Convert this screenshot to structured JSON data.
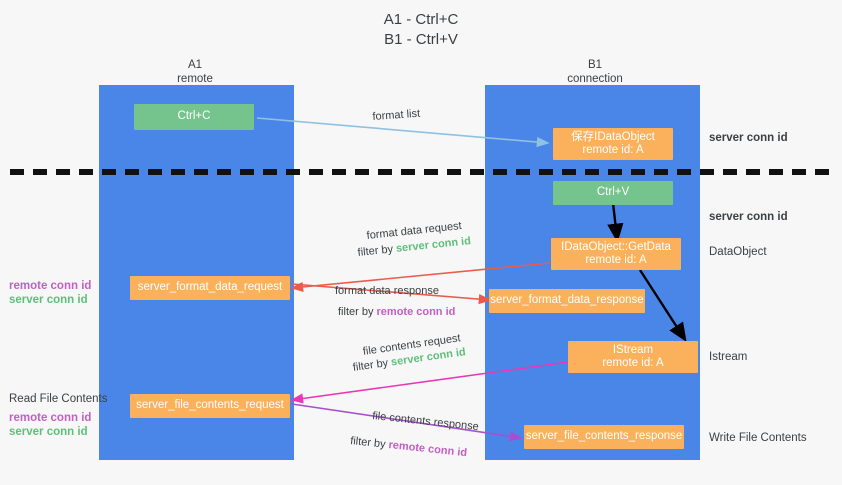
{
  "title": {
    "line1": "A1 - Ctrl+C",
    "line2": "B1 - Ctrl+V"
  },
  "columns": [
    {
      "name": "A1",
      "sub": "remote"
    },
    {
      "name": "B1",
      "sub": "connection"
    }
  ],
  "nodes": {
    "ctrl_c": "Ctrl+C",
    "ctrl_v": "Ctrl+V",
    "idataobject": {
      "line1": "保存IDataObject",
      "line2": "remote id: A"
    },
    "getdata": {
      "line1": "IDataObject::GetData",
      "line2": "remote id: A"
    },
    "istream": {
      "line1": "IStream",
      "line2": "remote id: A"
    },
    "server_format_data_request": "server_format_data_request",
    "server_format_data_response": "server_format_data_response",
    "server_file_contents_request": "server_file_contents_request",
    "server_file_contents_response": "server_file_contents_response"
  },
  "right_labels": {
    "server_conn_id_1": "server conn id",
    "server_conn_id_2": "server conn id",
    "dataobject": "DataObject",
    "istream": "Istream",
    "write_file_contents": "Write File Contents"
  },
  "left_labels": {
    "remote_conn_id_1": "remote conn id",
    "server_conn_id_1": "server conn id",
    "read_file_contents": "Read File Contents",
    "remote_conn_id_2": "remote conn id",
    "server_conn_id_2": "server conn id"
  },
  "flow_labels": {
    "format_list": "format list",
    "format_data_request": "format data request",
    "format_data_request_filter_prefix": "filter by ",
    "format_data_request_filter_value": "server conn id",
    "format_data_response": "format data response",
    "format_data_response_filter_prefix": "filter by ",
    "format_data_response_filter_value": "remote conn id",
    "file_contents_request": "file contents request",
    "file_contents_request_filter_prefix": "filter by ",
    "file_contents_request_filter_value": "server conn id",
    "file_contents_response": "file contents response",
    "file_contents_response_filter_prefix": "filter by ",
    "file_contents_response_filter_value": "remote conn id"
  },
  "colors": {
    "lane": "#4a86e8",
    "green_node": "#76c48d",
    "orange_node": "#fbb15c",
    "green_text": "#5fbf7a",
    "magenta_text": "#c45fc4",
    "arrow_lightblue": "#8fc1e3",
    "arrow_red": "#ea5b4c",
    "arrow_magenta": "#e838b4",
    "arrow_purple": "#a64fd0",
    "arrow_black": "#000000",
    "divider": "#111111"
  }
}
